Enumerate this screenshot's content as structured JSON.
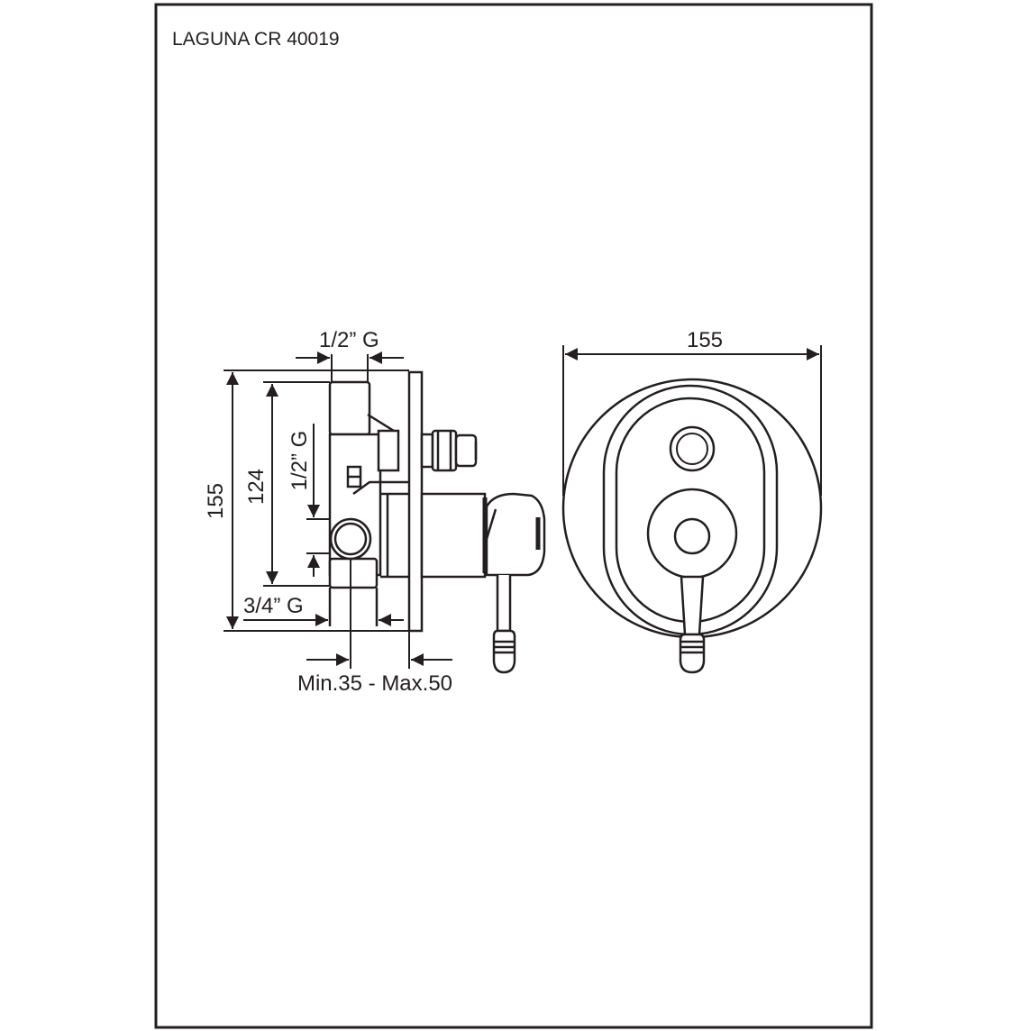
{
  "title": "LAGUNA CR 40019",
  "side_view": {
    "top_thread": "1/2” G",
    "side_thread": "1/2” G",
    "bottom_thread": "3/4” G",
    "overall_height": "155",
    "body_height": "124",
    "depth_range": "Min.35 - Max.50"
  },
  "front_view": {
    "diameter": "155"
  },
  "colors": {
    "ink": "#231f20",
    "paper": "#ffffff"
  }
}
